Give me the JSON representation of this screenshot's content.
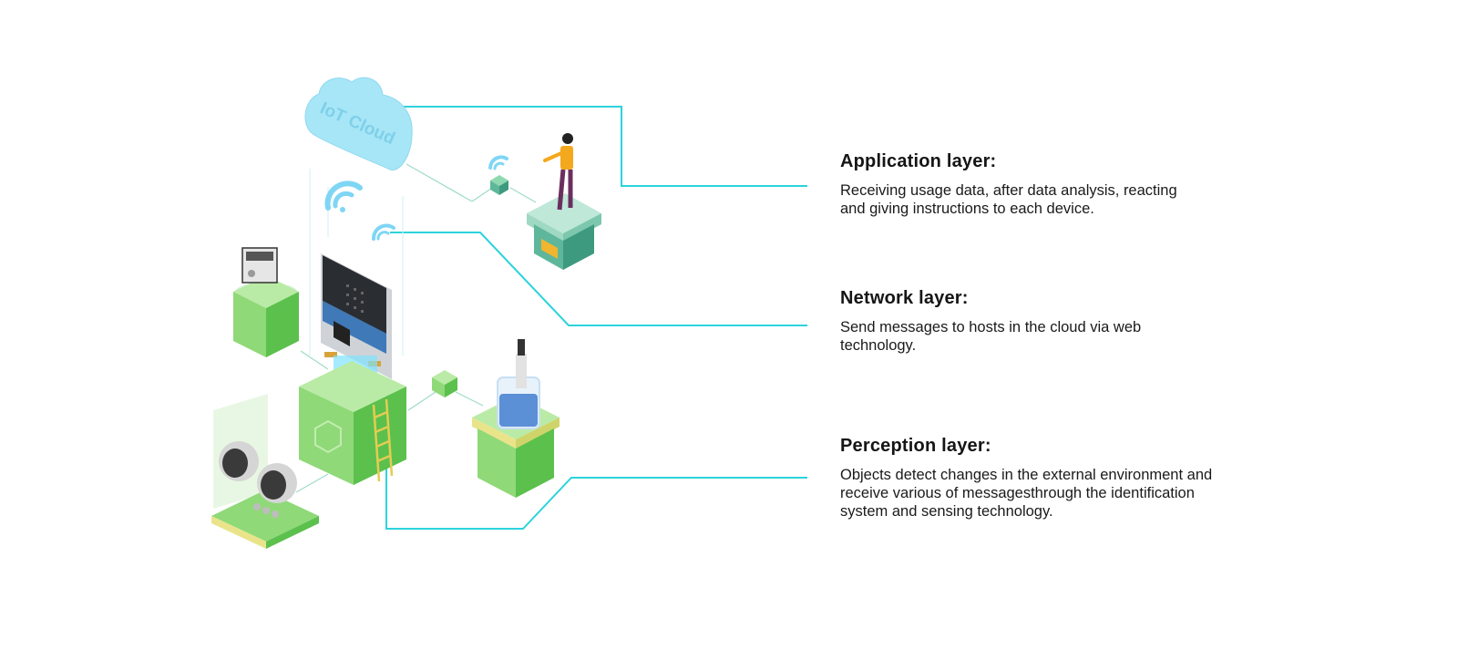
{
  "cloud": {
    "label": "IoT Cloud"
  },
  "layers": [
    {
      "title": "Application layer:",
      "description": "Receiving usage data, after data analysis, reacting\nand giving instructions to each device."
    },
    {
      "title": "Network layer:",
      "description": "Send messages to hosts in the cloud via web\ntechnology."
    },
    {
      "title": "Perception layer:",
      "description": "Objects detect changes in the external environment and\nreceive various of messagesthrough the identification\nsystem and sensing technology."
    }
  ],
  "colors": {
    "connector": "#2dd3dc",
    "cloud": "#a7e6f7",
    "cube_front": "#8fd978",
    "cube_side": "#5cc04d",
    "cube_top": "#b9eba6",
    "platform_teal": "#5fb79b"
  }
}
